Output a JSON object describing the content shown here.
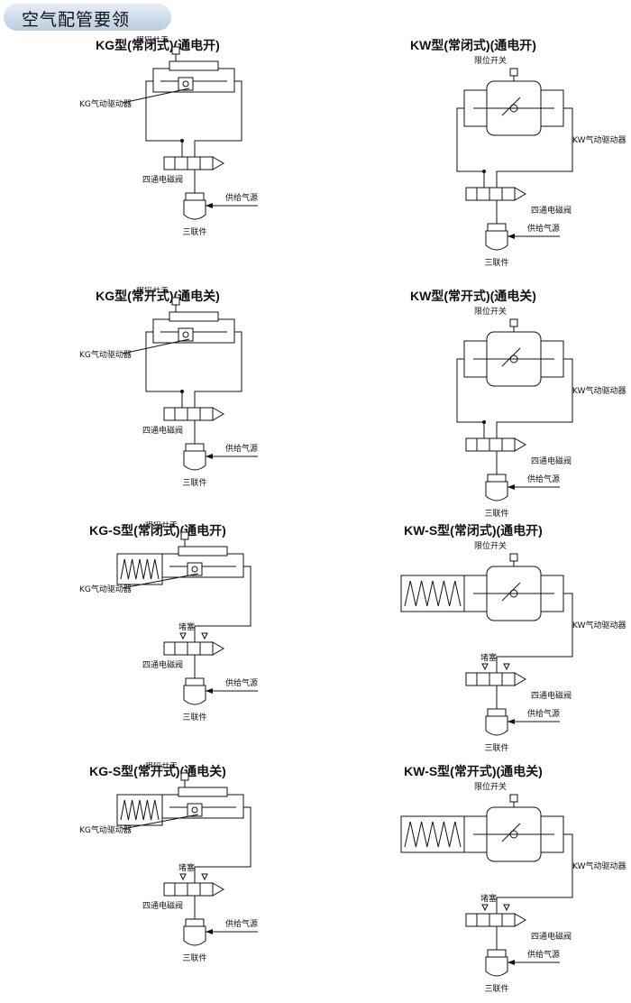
{
  "header": {
    "title": "空气配管要领"
  },
  "panels": [
    {
      "title": "KG型(常闭式)(通电开)",
      "actuator": "KG气动驱动器",
      "limit_switch": "限位开关",
      "valve": "四通电磁阀",
      "supply": "供给气源",
      "frl": "三联件"
    },
    {
      "title": "KW型(常闭式)(通电开)",
      "actuator": "KW气动驱动器",
      "limit_switch": "限位开关",
      "valve": "四通电磁阀",
      "supply": "供给气源",
      "frl": "三联件"
    },
    {
      "title": "KG型(常开式)(通电关)",
      "actuator": "KG气动驱动器",
      "limit_switch": "限位开关",
      "valve": "四通电磁阀",
      "supply": "供给气源",
      "frl": "三联件"
    },
    {
      "title": "KW型(常开式)(通电关)",
      "actuator": "KW气动驱动器",
      "limit_switch": "限位开关",
      "valve": "四通电磁阀",
      "supply": "供给气源",
      "frl": "三联件"
    },
    {
      "title": "KG-S型(常闭式)(通电开)",
      "actuator": "KG气动驱动器",
      "limit_switch": "限位开关",
      "valve": "四通电磁阀",
      "supply": "供给气源",
      "frl": "三联件",
      "plug": "堵塞"
    },
    {
      "title": "KW-S型(常闭式)(通电开)",
      "actuator": "KW气动驱动器",
      "limit_switch": "限位开关",
      "valve": "四通电磁阀",
      "supply": "供给气源",
      "frl": "三联件",
      "plug": "堵塞"
    },
    {
      "title": "KG-S型(常开式)(通电关)",
      "actuator": "KG气动驱动器",
      "limit_switch": "限位开关",
      "valve": "四通电磁阀",
      "supply": "供给气源",
      "frl": "三联件",
      "plug": "堵塞"
    },
    {
      "title": "KW-S型(常开式)(通电关)",
      "actuator": "KW气动驱动器",
      "limit_switch": "限位开关",
      "valve": "四通电磁阀",
      "supply": "供给气源",
      "frl": "三联件",
      "plug": "堵塞"
    }
  ]
}
